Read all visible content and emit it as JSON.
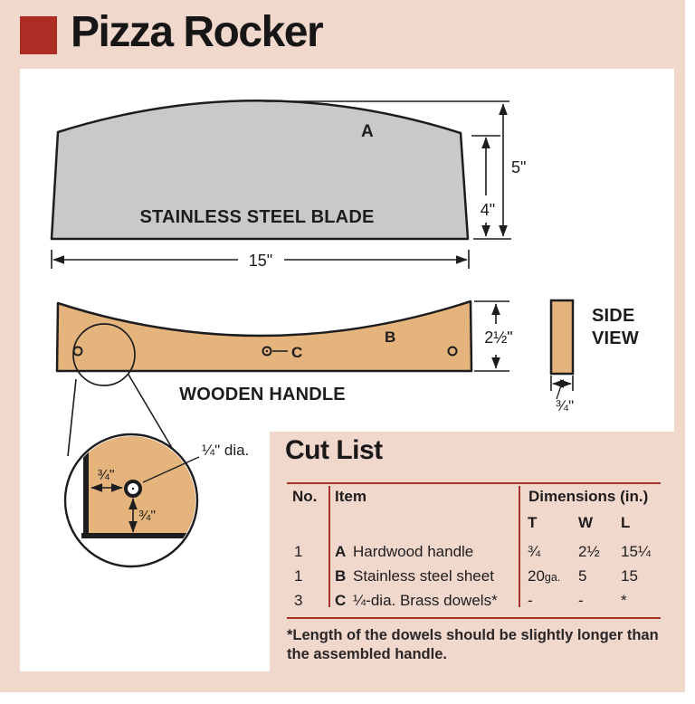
{
  "title": "Pizza Rocker",
  "colors": {
    "background_pink": "#f0d8cd",
    "accent_red": "#ad2d25",
    "rule_red": "#a93329",
    "steel_gray": "#c9c9cb",
    "wood_tan": "#e5b47d",
    "outline_black": "#1d1d1f"
  },
  "blade": {
    "label": "A",
    "caption": "STAINLESS STEEL BLADE",
    "dim_overall_height": "5\"",
    "dim_edge_height": "4\"",
    "dim_width": "15\""
  },
  "handle": {
    "label": "B",
    "dowel_label": "C",
    "caption": "WOODEN HANDLE",
    "dim_height": "2½\""
  },
  "side_view": {
    "title_line1": "SIDE",
    "title_line2": "VIEW",
    "dim_thickness": "¾\""
  },
  "detail": {
    "hole_diameter": "¼\" dia.",
    "offset_horizontal": "¾\"",
    "offset_vertical": "¾\""
  },
  "cutlist": {
    "title": "Cut List",
    "columns": {
      "no": "No.",
      "item": "Item",
      "dims": "Dimensions (in.)",
      "t": "T",
      "w": "W",
      "l": "L"
    },
    "rows": [
      {
        "no": "1",
        "letter": "A",
        "name": "Hardwood handle",
        "t": "¾",
        "w": "2½",
        "l": "15¼"
      },
      {
        "no": "1",
        "letter": "B",
        "name": "Stainless steel sheet",
        "t": "20",
        "t_unit": "ga.",
        "w": "5",
        "l": "15"
      },
      {
        "no": "3",
        "letter": "C",
        "name": "¼-dia. Brass dowels*",
        "t": "-",
        "w": "-",
        "l": "*"
      }
    ],
    "footnote_line1": "*Length of the dowels should be slightly longer than",
    "footnote_line2": "the assembled handle."
  }
}
